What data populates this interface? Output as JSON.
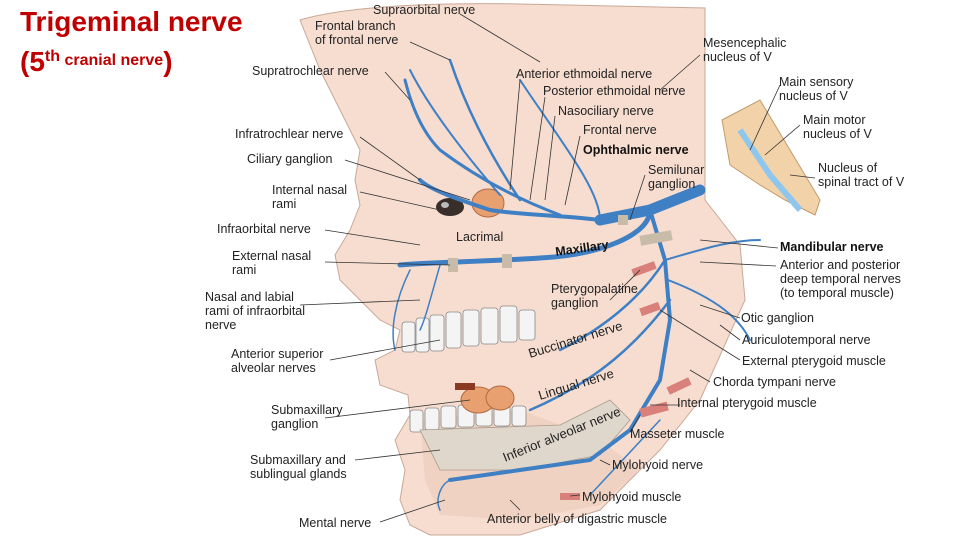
{
  "title": {
    "main": "Trigeminal nerve",
    "sub_open": "(5",
    "sub_sup": "th",
    "sub_mid": " cranial nerve",
    "sub_close": ")"
  },
  "colors": {
    "title": "#c00000",
    "nerve": "#3f7fc4",
    "skin": "#f6ddd0",
    "brainstem": "#f2d2a8",
    "ganglion": "#e8a070",
    "muscle": "#d9807a"
  },
  "labels": {
    "supraorbital": "Supraorbital nerve",
    "frontal_branch": "Frontal branch\nof frontal nerve",
    "supratrochlear": "Supratrochlear nerve",
    "mesencephalic": "Mesencephalic\nnucleus of V",
    "anterior_ethmoidal": "Anterior ethmoidal nerve",
    "posterior_ethmoidal": "Posterior ethmoidal nerve",
    "main_sensory": "Main sensory\nnucleus of V",
    "nasociliary": "Nasociliary nerve",
    "infratrochlear": "Infratrochlear nerve",
    "frontal_nerve": "Frontal nerve",
    "main_motor": "Main motor\nnucleus of V",
    "ophthalmic": "Ophthalmic nerve",
    "ciliary_ganglion": "Ciliary ganglion",
    "semilunar": "Semilunar\nganglion",
    "nucleus_spinal": "Nucleus of\nspinal tract of V",
    "internal_nasal": "Internal nasal\nrami",
    "infraorbital": "Infraorbital nerve",
    "lacrimal": "Lacrimal",
    "maxillary": "Maxillary",
    "mandibular": "Mandibular nerve",
    "external_nasal": "External nasal\nrami",
    "deep_temporal": "Anterior and posterior\ndeep temporal nerves\n(to temporal muscle)",
    "pterygopalatine": "Pterygopalatine\nganglion",
    "nasal_labial": "Nasal and labial\nrami of infraorbital\nnerve",
    "buccinator": "Buccinator nerve",
    "otic_ganglion": "Otic ganglion",
    "auriculotemporal": "Auriculotemporal nerve",
    "anterior_superior": "Anterior superior\nalveolar nerves",
    "external_pterygoid": "External pterygoid muscle",
    "lingual": "Lingual nerve",
    "chorda_tympani": "Chorda tympani nerve",
    "submaxillary_ganglion": "Submaxillary\nganglion",
    "internal_pterygoid": "Internal pterygoid muscle",
    "inferior_alveolar": "Inferior alveolar nerve",
    "masseter": "Masseter muscle",
    "submaxillary_glands": "Submaxillary and\nsublingual glands",
    "mylohyoid_nerve": "Mylohyoid nerve",
    "mylohyoid_muscle": "Mylohyoid muscle",
    "mental": "Mental nerve",
    "digastric": "Anterior belly of digastric muscle"
  }
}
